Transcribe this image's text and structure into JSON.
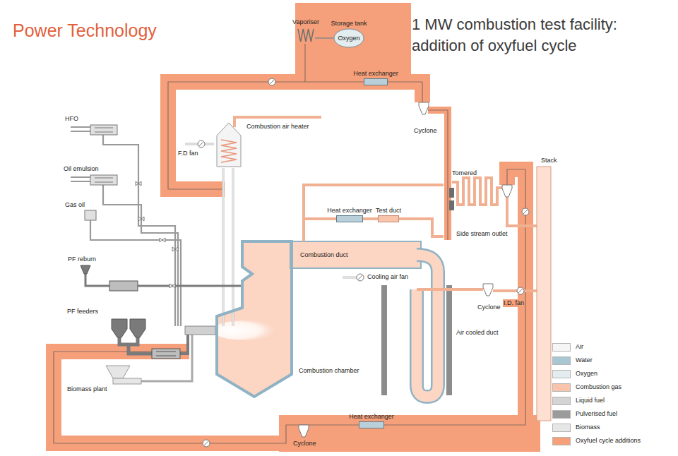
{
  "diagram": {
    "title": "1 MW combustion test facility: addition of oxyfuel cycle",
    "nodes": [
      {
        "text": [
          "Vaporiser"
        ]
      },
      {
        "text": [
          "Storage tank",
          "Oxygen"
        ]
      },
      {
        "text": [
          "Heat exchanger"
        ]
      },
      {
        "text": [
          "Combustion air heater"
        ]
      },
      {
        "text": [
          "Heat exchanger"
        ]
      },
      {
        "text": [
          "Test duct"
        ]
      },
      {
        "text": [
          "Combustion chamber"
        ]
      },
      {
        "text": [
          "Heat exchanger"
        ]
      }
    ],
    "edges": [
      {
        "from": 1,
        "to": 0,
        "arrow": "none"
      },
      {
        "from": 4,
        "to": 5,
        "arrow": "none"
      }
    ],
    "labels": [
      "Power Technology",
      "Cyclone",
      "F.D fan",
      "HFO",
      "Oil emulsion",
      "Gas oil",
      "PF reburn",
      "PF feeders",
      "Biomass plant",
      "Tomered",
      "Side stream outlet",
      "Stack",
      "Combustion duct",
      "Cooling air fan",
      "Cyclone",
      "I.D. fan",
      "Air cooled duct",
      "Cyclone"
    ],
    "legend": [
      {
        "text": "Air",
        "color": "#f5f5f5"
      },
      {
        "text": "Water",
        "color": "#a9c6d3"
      },
      {
        "text": "Oxygen",
        "color": "#e3ecef"
      },
      {
        "text": "Combustion gas",
        "color": "#f9c4ac"
      },
      {
        "text": "Liquid fuel",
        "color": "#d4d4d4"
      },
      {
        "text": "Pulverised fuel",
        "color": "#9b9b9b"
      },
      {
        "text": "Biomass",
        "color": "#e6e6e6"
      },
      {
        "text": "Oxyfuel cycle additions",
        "color": "#f5a07a"
      }
    ]
  }
}
